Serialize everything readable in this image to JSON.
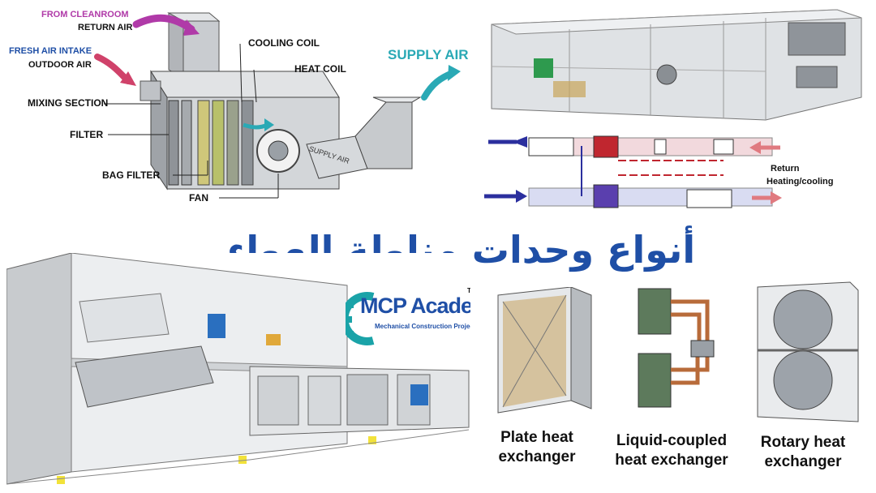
{
  "title": "أنواع وحدات مناولة الهواء",
  "ahu_diagram": {
    "from_cleanroom": "FROM CLEANROOM",
    "return_air": "RETURN AIR",
    "fresh_air_intake": "FRESH AIR INTAKE",
    "outdoor_air": "OUTDOOR AIR",
    "cooling_coil": "COOLING COIL",
    "heat_coil": "HEAT COIL",
    "supply_air": "SUPPLY AIR",
    "mixing_section": "MIXING SECTION",
    "filter": "FILTER",
    "bag_filter": "BAG FILTER",
    "fan": "FAN",
    "duct_label": "SUPPLY AIR"
  },
  "schematic": {
    "return": "Return",
    "heating_cooling": "Heating/cooling"
  },
  "logo": {
    "brand": "MCP Academy",
    "tm": "TM",
    "subtitle": "Mechanical Construction Projects"
  },
  "heat_exchangers": [
    {
      "line1": "Plate heat",
      "line2": "exchanger"
    },
    {
      "line1": "Liquid-coupled",
      "line2": "heat exchanger"
    },
    {
      "line1": "Rotary heat",
      "line2": "exchanger"
    }
  ],
  "colors": {
    "title": "#1f4fa6",
    "logo_blue": "#1f4fa6",
    "logo_teal": "#1aa3a8",
    "arrow_purple": "#b03aa8",
    "arrow_red": "#d0426a",
    "arrow_teal": "#2aa9b5",
    "schematic_blue": "#2b2f9e",
    "schematic_red": "#c0262f"
  }
}
